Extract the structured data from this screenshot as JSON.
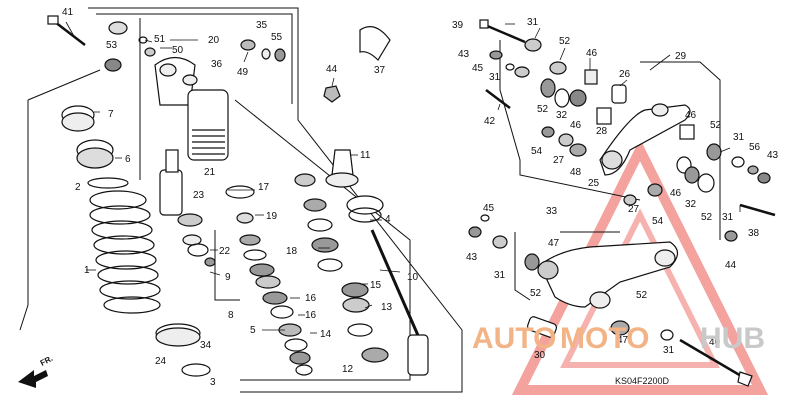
{
  "diagram": {
    "code": "KS04F2200D",
    "direction_label": "FR.",
    "watermark": {
      "part1": "AUTO",
      "part2": "MOTO",
      "part3": "HUB",
      "color": "#e8433a",
      "accent": "#f2b486"
    },
    "callouts": [
      {
        "id": "c41",
        "text": "41"
      },
      {
        "id": "c53",
        "text": "53"
      },
      {
        "id": "c51",
        "text": "51"
      },
      {
        "id": "c50",
        "text": "50"
      },
      {
        "id": "c20",
        "text": "20"
      },
      {
        "id": "c35",
        "text": "35"
      },
      {
        "id": "c55",
        "text": "55"
      },
      {
        "id": "c49",
        "text": "49"
      },
      {
        "id": "c36",
        "text": "36"
      },
      {
        "id": "c44",
        "text": "44"
      },
      {
        "id": "c37",
        "text": "37"
      },
      {
        "id": "c7",
        "text": "7"
      },
      {
        "id": "c6",
        "text": "6"
      },
      {
        "id": "c2",
        "text": "2"
      },
      {
        "id": "c21",
        "text": "21"
      },
      {
        "id": "c23",
        "text": "23"
      },
      {
        "id": "c17",
        "text": "17"
      },
      {
        "id": "c11",
        "text": "11"
      },
      {
        "id": "c19",
        "text": "19"
      },
      {
        "id": "c4",
        "text": "4"
      },
      {
        "id": "c18",
        "text": "18"
      },
      {
        "id": "c22",
        "text": "22"
      },
      {
        "id": "c9",
        "text": "9"
      },
      {
        "id": "c1",
        "text": "1"
      },
      {
        "id": "c10",
        "text": "10"
      },
      {
        "id": "c8",
        "text": "8"
      },
      {
        "id": "c15",
        "text": "15"
      },
      {
        "id": "c16a",
        "text": "16"
      },
      {
        "id": "c16b",
        "text": "16"
      },
      {
        "id": "c13",
        "text": "13"
      },
      {
        "id": "c5",
        "text": "5"
      },
      {
        "id": "c14",
        "text": "14"
      },
      {
        "id": "c34",
        "text": "34"
      },
      {
        "id": "c24",
        "text": "24"
      },
      {
        "id": "c12",
        "text": "12"
      },
      {
        "id": "c3",
        "text": "3"
      },
      {
        "id": "c39",
        "text": "39"
      },
      {
        "id": "c31a",
        "text": "31"
      },
      {
        "id": "c52a",
        "text": "52"
      },
      {
        "id": "c46a",
        "text": "46"
      },
      {
        "id": "c43a",
        "text": "43"
      },
      {
        "id": "c45a",
        "text": "45"
      },
      {
        "id": "c31b",
        "text": "31"
      },
      {
        "id": "c29",
        "text": "29"
      },
      {
        "id": "c26",
        "text": "26"
      },
      {
        "id": "c52b",
        "text": "52"
      },
      {
        "id": "c32a",
        "text": "32"
      },
      {
        "id": "c42",
        "text": "42"
      },
      {
        "id": "c46b",
        "text": "46"
      },
      {
        "id": "c28",
        "text": "28"
      },
      {
        "id": "c54a",
        "text": "54"
      },
      {
        "id": "c27a",
        "text": "27"
      },
      {
        "id": "c48",
        "text": "48"
      },
      {
        "id": "c25",
        "text": "25"
      },
      {
        "id": "c46c",
        "text": "46"
      },
      {
        "id": "c52c",
        "text": "52"
      },
      {
        "id": "c31c",
        "text": "31"
      },
      {
        "id": "c56",
        "text": "56"
      },
      {
        "id": "c43b",
        "text": "43"
      },
      {
        "id": "c32b",
        "text": "32"
      },
      {
        "id": "c46d",
        "text": "46"
      },
      {
        "id": "c27b",
        "text": "27"
      },
      {
        "id": "c54b",
        "text": "54"
      },
      {
        "id": "c52d",
        "text": "52"
      },
      {
        "id": "c31d",
        "text": "31"
      },
      {
        "id": "c38",
        "text": "38"
      },
      {
        "id": "c45b",
        "text": "45"
      },
      {
        "id": "c33",
        "text": "33"
      },
      {
        "id": "c43c",
        "text": "43"
      },
      {
        "id": "c47a",
        "text": "47"
      },
      {
        "id": "c31e",
        "text": "31"
      },
      {
        "id": "c44b",
        "text": "44"
      },
      {
        "id": "c52e",
        "text": "52"
      },
      {
        "id": "c52f",
        "text": "52"
      },
      {
        "id": "c47b",
        "text": "47"
      },
      {
        "id": "c30",
        "text": "30"
      },
      {
        "id": "c31f",
        "text": "31"
      },
      {
        "id": "c40",
        "text": "40"
      }
    ]
  }
}
